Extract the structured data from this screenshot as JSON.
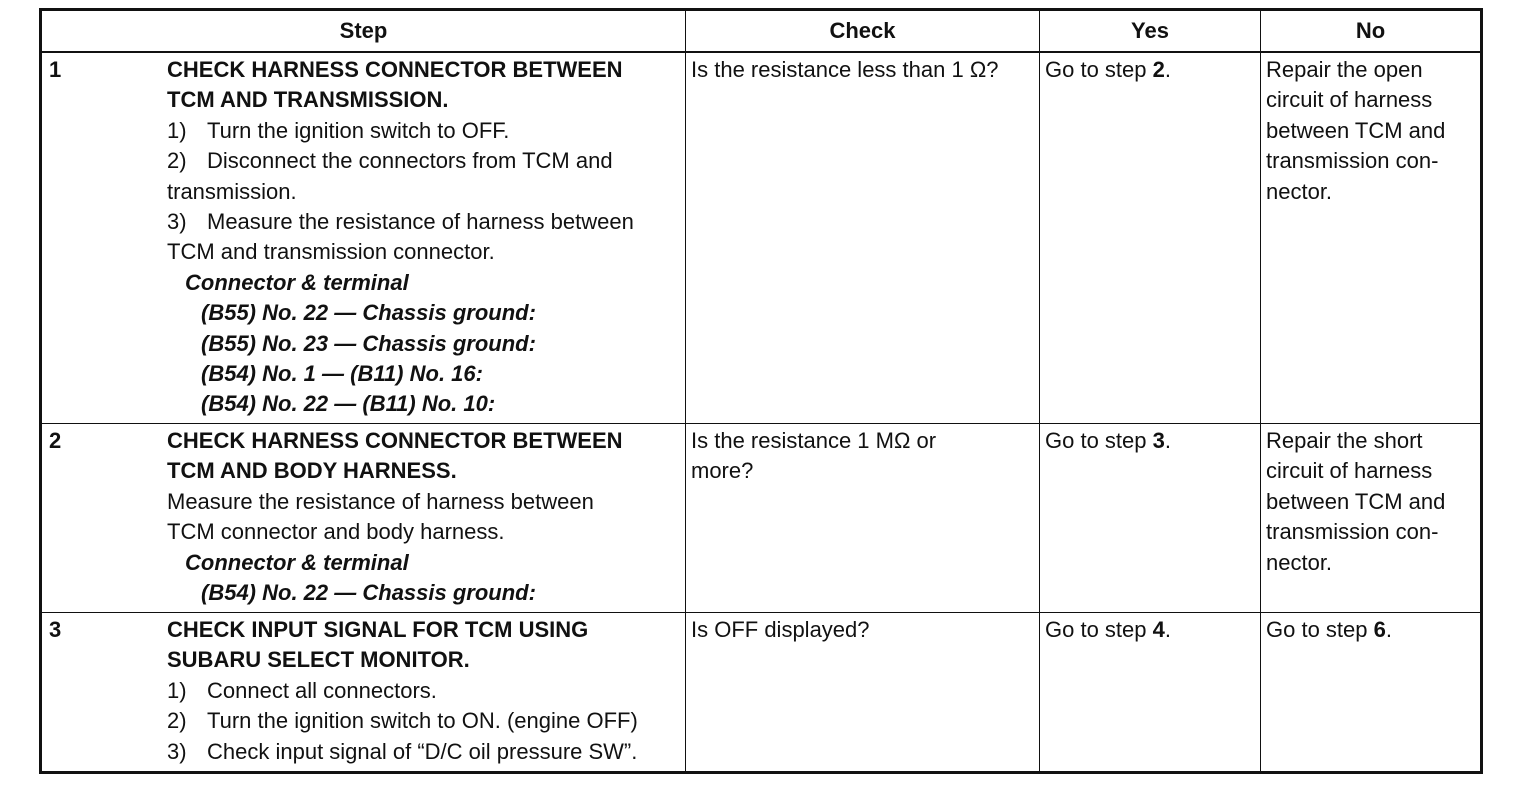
{
  "headers": {
    "step": "Step",
    "check": "Check",
    "yes": "Yes",
    "no": "No"
  },
  "rows": [
    {
      "num": "1",
      "title_line1": "CHECK HARNESS CONNECTOR BETWEEN",
      "title_line2": "TCM AND TRANSMISSION.",
      "instructions": [
        {
          "index": "1)",
          "text": "Turn the ignition switch to OFF."
        },
        {
          "index": "2)",
          "text": "Disconnect the connectors from TCM and"
        },
        {
          "index": "",
          "text": "transmission."
        },
        {
          "index": "3)",
          "text": "Measure the resistance of harness between"
        },
        {
          "index": "",
          "text": "TCM and transmission connector."
        }
      ],
      "connector_title": "Connector & terminal",
      "connector_values": [
        "(B55) No. 22 — Chassis ground:",
        "(B55) No. 23 — Chassis ground:",
        "(B54) No. 1 — (B11) No. 16:",
        "(B54) No. 22 — (B11) No. 10:"
      ],
      "check": "Is the resistance less than 1 Ω?",
      "yes_prefix": "Go to step ",
      "yes_step": "2",
      "yes_suffix": ".",
      "no": [
        "Repair the open",
        "circuit of harness",
        "between TCM and",
        "transmission con-",
        "nector."
      ]
    },
    {
      "num": "2",
      "title_line1": "CHECK HARNESS CONNECTOR BETWEEN",
      "title_line2": "TCM AND BODY HARNESS.",
      "instructions": [
        {
          "index": "",
          "text": "Measure the resistance of harness between"
        },
        {
          "index": "",
          "text": "TCM connector and body harness."
        }
      ],
      "connector_title": "Connector & terminal",
      "connector_values": [
        "(B54) No. 22 — Chassis ground:"
      ],
      "check_line1": "Is the resistance 1 MΩ or",
      "check_line2": "more?",
      "yes_prefix": "Go to step ",
      "yes_step": "3",
      "yes_suffix": ".",
      "no": [
        "Repair the short",
        "circuit of harness",
        "between TCM and",
        "transmission con-",
        "nector."
      ]
    },
    {
      "num": "3",
      "title_line1": "CHECK INPUT SIGNAL FOR TCM USING",
      "title_line2": "SUBARU SELECT MONITOR.",
      "instructions": [
        {
          "index": "1)",
          "text": "Connect all connectors."
        },
        {
          "index": "2)",
          "text": "Turn the ignition switch to ON. (engine OFF)"
        },
        {
          "index": "3)",
          "text": "Check input signal of “D/C oil pressure SW”."
        }
      ],
      "check": "Is OFF displayed?",
      "yes_prefix": "Go to step ",
      "yes_step": "4",
      "yes_suffix": ".",
      "no_prefix": "Go to step ",
      "no_step": "6",
      "no_suffix": "."
    }
  ]
}
